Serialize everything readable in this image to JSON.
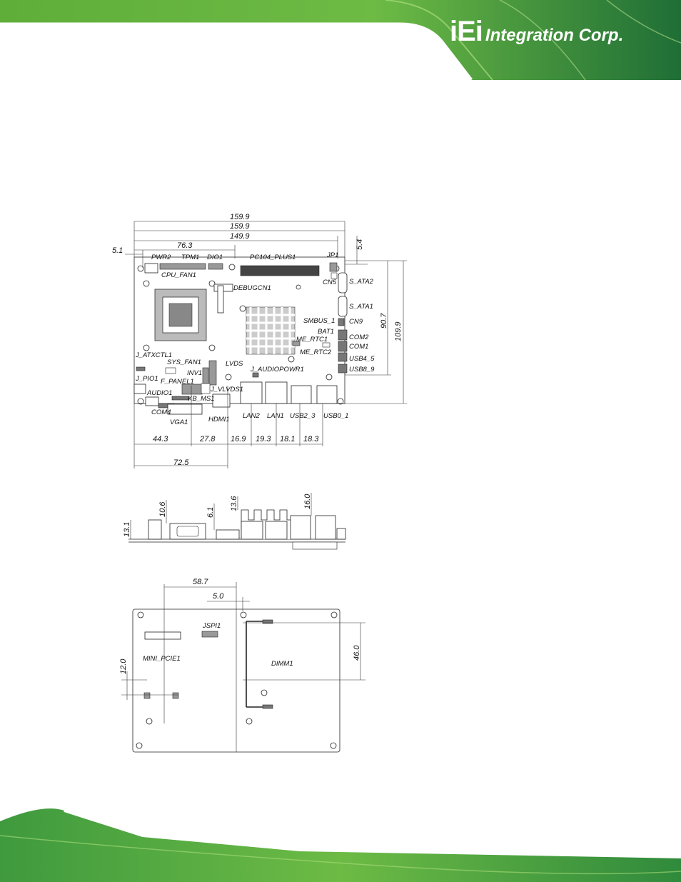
{
  "brand": {
    "mark": "iEi",
    "name": "Integration Corp."
  },
  "top_view": {
    "dimensions": {
      "overall_width_1": "159.9",
      "overall_width_2": "159.9",
      "hole_span": "149.9",
      "cpu_offset": "76.3",
      "left_offset": "5.1",
      "top_offset": "5.4",
      "height_inner": "90.7",
      "height_overall": "109.9",
      "b1": "44.3",
      "b2": "27.8",
      "b3": "16.9",
      "b4": "19.3",
      "b5": "18.1",
      "b6": "18.3",
      "b7": "72.5"
    },
    "labels": {
      "pwr2": "PWR2",
      "tpm1": "TPM1",
      "dio1": "DIO1",
      "pc104": "PC104_PLUS1",
      "jp1": "JP1",
      "cpu_fan1": "CPU_FAN1",
      "cn5": "CN5",
      "s_ata2": "S_ATA2",
      "debugcn1": "DEBUGCN1",
      "s_ata1": "S_ATA1",
      "smbus1": "SMBUS_1",
      "cn9": "CN9",
      "bat1": "BAT1",
      "me_rtc1": "ME_RTC1",
      "com2": "COM2",
      "com1": "COM1",
      "me_rtc2": "ME_RTC2",
      "j_atxctl1": "J_ATXCTL1",
      "usb4_5": "USB4_5",
      "sys_fan1": "SYS_FAN1",
      "lvds": "LVDS",
      "inv1": "INV1",
      "j_audiopowr1": "J_AUDIOPOWR1",
      "usb8_9": "USB8_9",
      "j_pio1": "J_PIO1",
      "f_panel1": "F_PANEL1",
      "j_vlvds1": "J_VLVDS1",
      "audio1": "AUDIO1",
      "kb_ms1": "KB_MS1",
      "com4": "COM4",
      "hdmi1": "HDMI1",
      "lan2": "LAN2",
      "lan1": "LAN1",
      "usb2_3": "USB2_3",
      "usb0_1": "USB0_1",
      "vga1": "VGA1"
    }
  },
  "side_view": {
    "dimensions": {
      "d1": "10.6",
      "d2": "6.1",
      "d3": "13.6",
      "d4": "16.0",
      "d5": "13.1"
    }
  },
  "bottom_view": {
    "dimensions": {
      "d1": "58.7",
      "d2": "5.0",
      "d3": "46.0",
      "d4": "12.0"
    },
    "labels": {
      "jspi1": "JSPI1",
      "mini_pcie1": "MINI_PCIE1",
      "dimm1": "DIMM1"
    }
  },
  "colors": {
    "banner_green": "#2f8a3c",
    "banner_light": "#7cc142"
  }
}
